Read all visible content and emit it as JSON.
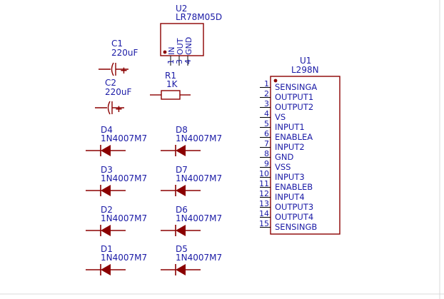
{
  "colors": {
    "wire": "#8b0000",
    "text": "#1a1aa6",
    "pin": "#000000",
    "background": "#ffffff"
  },
  "u2": {
    "ref": "U2",
    "value": "LR78M05D",
    "pins": [
      {
        "num": "1",
        "name": "IN"
      },
      {
        "num": "3",
        "name": "OUT"
      },
      {
        "num": "4",
        "name": "GND"
      }
    ]
  },
  "c1": {
    "ref": "C1",
    "value": "220uF",
    "plus": "+"
  },
  "c2": {
    "ref": "C2",
    "value": "220uF",
    "plus": "+"
  },
  "r1": {
    "ref": "R1",
    "value": "1K"
  },
  "diodes": [
    {
      "ref": "D4",
      "value": "1N4007M7"
    },
    {
      "ref": "D8",
      "value": "1N4007M7"
    },
    {
      "ref": "D3",
      "value": "1N4007M7"
    },
    {
      "ref": "D7",
      "value": "1N4007M7"
    },
    {
      "ref": "D2",
      "value": "1N4007M7"
    },
    {
      "ref": "D6",
      "value": "1N4007M7"
    },
    {
      "ref": "D1",
      "value": "1N4007M7"
    },
    {
      "ref": "D5",
      "value": "1N4007M7"
    }
  ],
  "u1": {
    "ref": "U1",
    "value": "L298N",
    "pins": [
      {
        "num": "1",
        "name": "SENSINGA"
      },
      {
        "num": "2",
        "name": "OUTPUT1"
      },
      {
        "num": "3",
        "name": "OUTPUT2"
      },
      {
        "num": "4",
        "name": "VS"
      },
      {
        "num": "5",
        "name": "INPUT1"
      },
      {
        "num": "6",
        "name": "ENABLEA"
      },
      {
        "num": "7",
        "name": "INPUT2"
      },
      {
        "num": "8",
        "name": "GND"
      },
      {
        "num": "9",
        "name": "VSS"
      },
      {
        "num": "10",
        "name": "INPUT3"
      },
      {
        "num": "11",
        "name": "ENABLEB"
      },
      {
        "num": "12",
        "name": "INPUT4"
      },
      {
        "num": "13",
        "name": "OUTPUT3"
      },
      {
        "num": "14",
        "name": "OUTPUT4"
      },
      {
        "num": "15",
        "name": "SENSINGB"
      }
    ]
  }
}
